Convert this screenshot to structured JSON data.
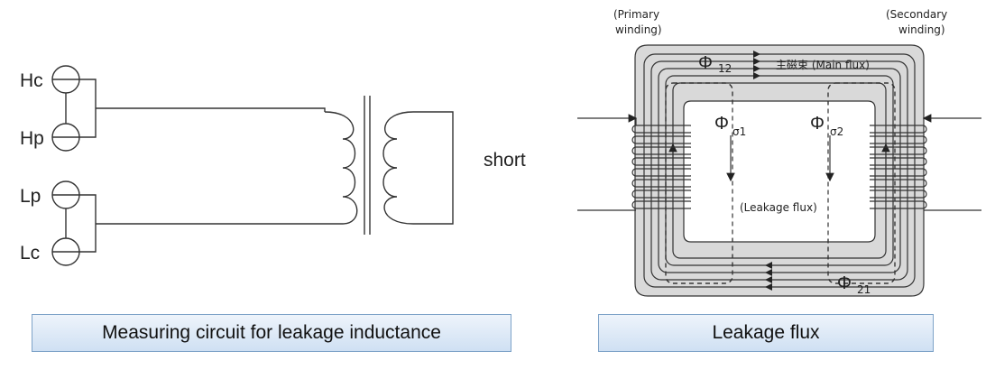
{
  "left_panel": {
    "terminals": {
      "hc": "Hc",
      "hp": "Hp",
      "lp": "Lp",
      "lc": "Lc"
    },
    "short_label": "short",
    "caption": "Measuring circuit for leakage inductance"
  },
  "right_panel": {
    "primary_label": [
      "(Primary",
      "winding)"
    ],
    "secondary_label": [
      "(Secondary",
      "winding)"
    ],
    "phi12": "Φ",
    "phi12_sub": "12",
    "main_flux": "主磁束 (Main flux)",
    "phi_s1": "Φ",
    "phi_s1_sub": "σ1",
    "phi_s2": "Φ",
    "phi_s2_sub": "σ2",
    "leakage_flux": "(Leakage flux)",
    "phi21": "Φ",
    "phi21_sub": "21",
    "caption": "Leakage flux"
  }
}
